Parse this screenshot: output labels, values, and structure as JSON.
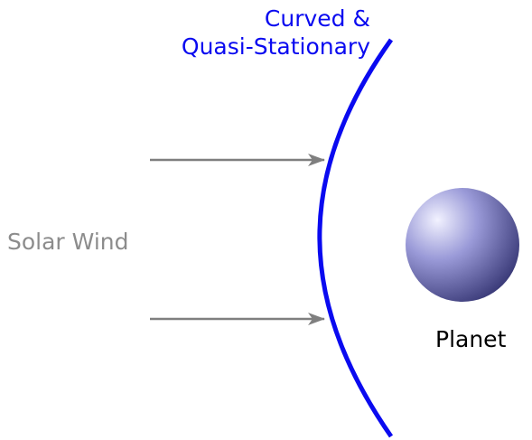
{
  "labels": {
    "shock_line1": "Curved &",
    "shock_line2": "Quasi-Stationary",
    "solar_wind": "Solar Wind",
    "planet": "Planet"
  },
  "colors": {
    "shock": "#0a0af0",
    "solar_wind_text": "#8c8c8c",
    "arrow": "#7f7f7f",
    "planet_text": "#000000",
    "planet_highlight": "#f2f2ff",
    "planet_mid": "#9a9ad8",
    "planet_shadow": "#2c2c6a"
  },
  "icons": {
    "planet": "sphere",
    "wind_arrows": "right-arrow",
    "shock_front": "curved-line"
  }
}
